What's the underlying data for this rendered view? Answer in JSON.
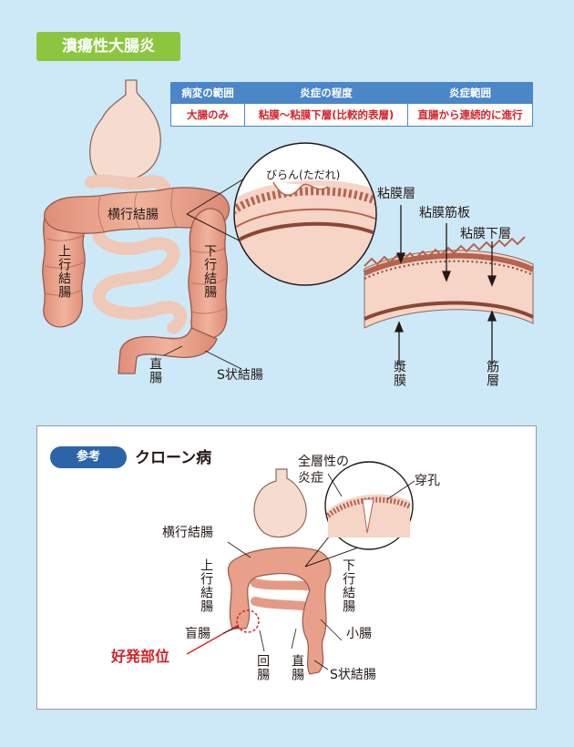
{
  "title": "潰瘍性大腸炎",
  "table": {
    "headers": [
      "病変の範囲",
      "炎症の程度",
      "炎症範囲"
    ],
    "row": [
      "大腸のみ",
      "粘膜〜粘膜下層(比較的表層)",
      "直腸から連続的に進行"
    ]
  },
  "labels": {
    "transverse": "横行結腸",
    "ascending": "上行結腸",
    "descending": "下行結腸",
    "rectum": "直腸",
    "sigmoid": "S状結腸",
    "erosion": "びらん(ただれ)",
    "mucosa": "粘膜層",
    "muscularis_mucosae": "粘膜筋板",
    "submucosa": "粘膜下層",
    "serosa": "漿膜",
    "muscle": "筋層"
  },
  "reference": {
    "tag": "参考",
    "title": "クローン病",
    "transmural": "全層性の\n炎症",
    "perforation": "穿孔",
    "transverse": "横行結腸",
    "ascending": "上行結腸",
    "descending": "下行結腸",
    "cecum": "盲腸",
    "predilection": "好発部位",
    "ileum": "回腸",
    "rectum": "直腸",
    "small_intestine": "小腸",
    "sigmoid": "S状結腸"
  },
  "colors": {
    "tag_green": "#8cc63e",
    "header_blue": "#4b86c8",
    "accent_red": "#d6232a",
    "ref_blue": "#2c64a8",
    "colon_fill": "#e9a08a",
    "background": "#cde9f8"
  }
}
